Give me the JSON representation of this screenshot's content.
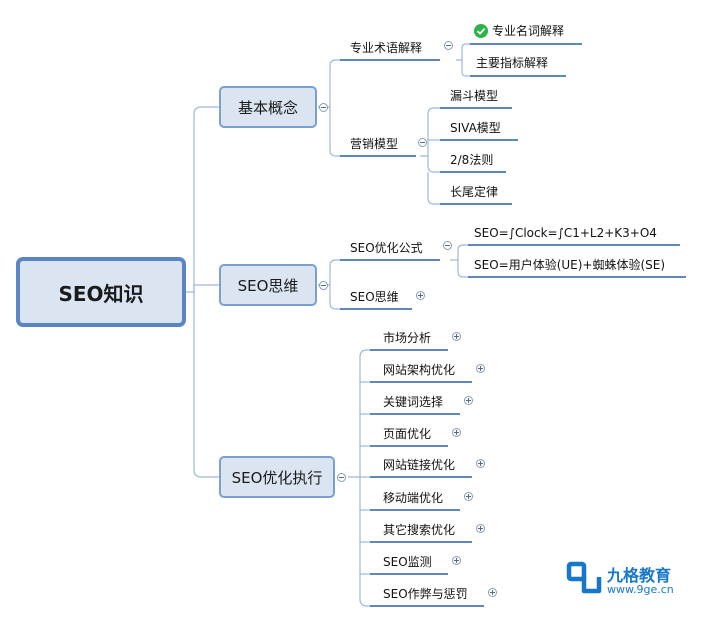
{
  "root": {
    "label": "SEO知识"
  },
  "branches": {
    "concepts": {
      "label": "基本概念",
      "terms": {
        "label": "专业术语解释",
        "children": [
          "专业名词解释",
          "主要指标解释"
        ]
      },
      "models": {
        "label": "营销模型",
        "children": [
          "漏斗模型",
          "SIVA模型",
          "2/8法则",
          "长尾定律"
        ]
      }
    },
    "thinking": {
      "label": "SEO思维",
      "formula": {
        "label": "SEO优化公式",
        "children": [
          "SEO=∫Clock=∫C1+L2+K3+O4",
          "SEO=用户体验(UE)+蜘蛛体验(SE)"
        ]
      },
      "mindset": {
        "label": "SEO思维"
      }
    },
    "execution": {
      "label": "SEO优化执行",
      "children": [
        "市场分析",
        "网站架构优化",
        "关键词选择",
        "页面优化",
        "网站链接优化",
        "移动端优化",
        "其它搜索优化",
        "SEO监测",
        "SEO作弊与惩罚"
      ]
    }
  },
  "brand": {
    "name": "九格教育",
    "url": "www.9ge.cn",
    "color": "#1777c9"
  },
  "icons": {
    "collapse": "minus-circle-icon",
    "expand": "plus-circle-icon",
    "done": "check-circle-icon"
  },
  "colors": {
    "line": "#9fb8d8",
    "node_fill": "#dbe5f1",
    "node_border": "#7aa0d2",
    "root_border": "#5b86c1"
  }
}
